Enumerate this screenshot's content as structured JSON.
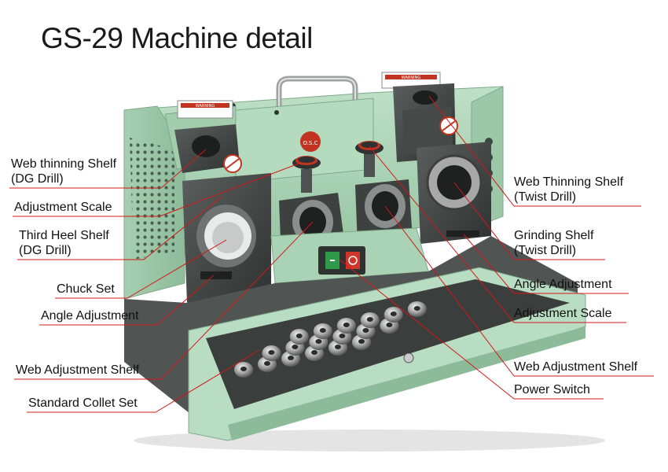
{
  "title": "GS-29 Machine detail",
  "colors": {
    "machine_green": "#a9d3b4",
    "machine_green_dark": "#7fae8e",
    "leader_line": "#d21818",
    "underline": "#d21818"
  },
  "labels_left": [
    {
      "id": "web-thinning-shelf-dg",
      "lines": [
        "Web thinning Shelf",
        "(DG Drill)"
      ]
    },
    {
      "id": "adjustment-scale-left",
      "lines": [
        "Adjustment Scale"
      ]
    },
    {
      "id": "third-heel-shelf",
      "lines": [
        "Third Heel Shelf",
        "(DG Drill)"
      ]
    },
    {
      "id": "chuck-set",
      "lines": [
        "Chuck Set"
      ]
    },
    {
      "id": "angle-adjustment-left",
      "lines": [
        "Angle Adjustment"
      ]
    },
    {
      "id": "web-adjustment-shelf-left",
      "lines": [
        "Web Adjustment Shelf"
      ]
    },
    {
      "id": "standard-collet-set",
      "lines": [
        "Standard Collet Set"
      ]
    }
  ],
  "labels_right": [
    {
      "id": "web-thinning-shelf-twist",
      "lines": [
        "Web Thinning Shelf",
        "(Twist Drill)"
      ]
    },
    {
      "id": "grinding-shelf",
      "lines": [
        "Grinding Shelf",
        "(Twist Drill)"
      ]
    },
    {
      "id": "angle-adjustment-right",
      "lines": [
        "Angle Adjustment"
      ]
    },
    {
      "id": "adjustment-scale-right",
      "lines": [
        "Adjustment Scale"
      ]
    },
    {
      "id": "web-adjustment-shelf-right",
      "lines": [
        "Web Adjustment Shelf"
      ]
    },
    {
      "id": "power-switch",
      "lines": [
        "Power Switch"
      ]
    }
  ],
  "machine": {
    "brand_badge": "O.S.C",
    "warning_text": "WARNING"
  }
}
